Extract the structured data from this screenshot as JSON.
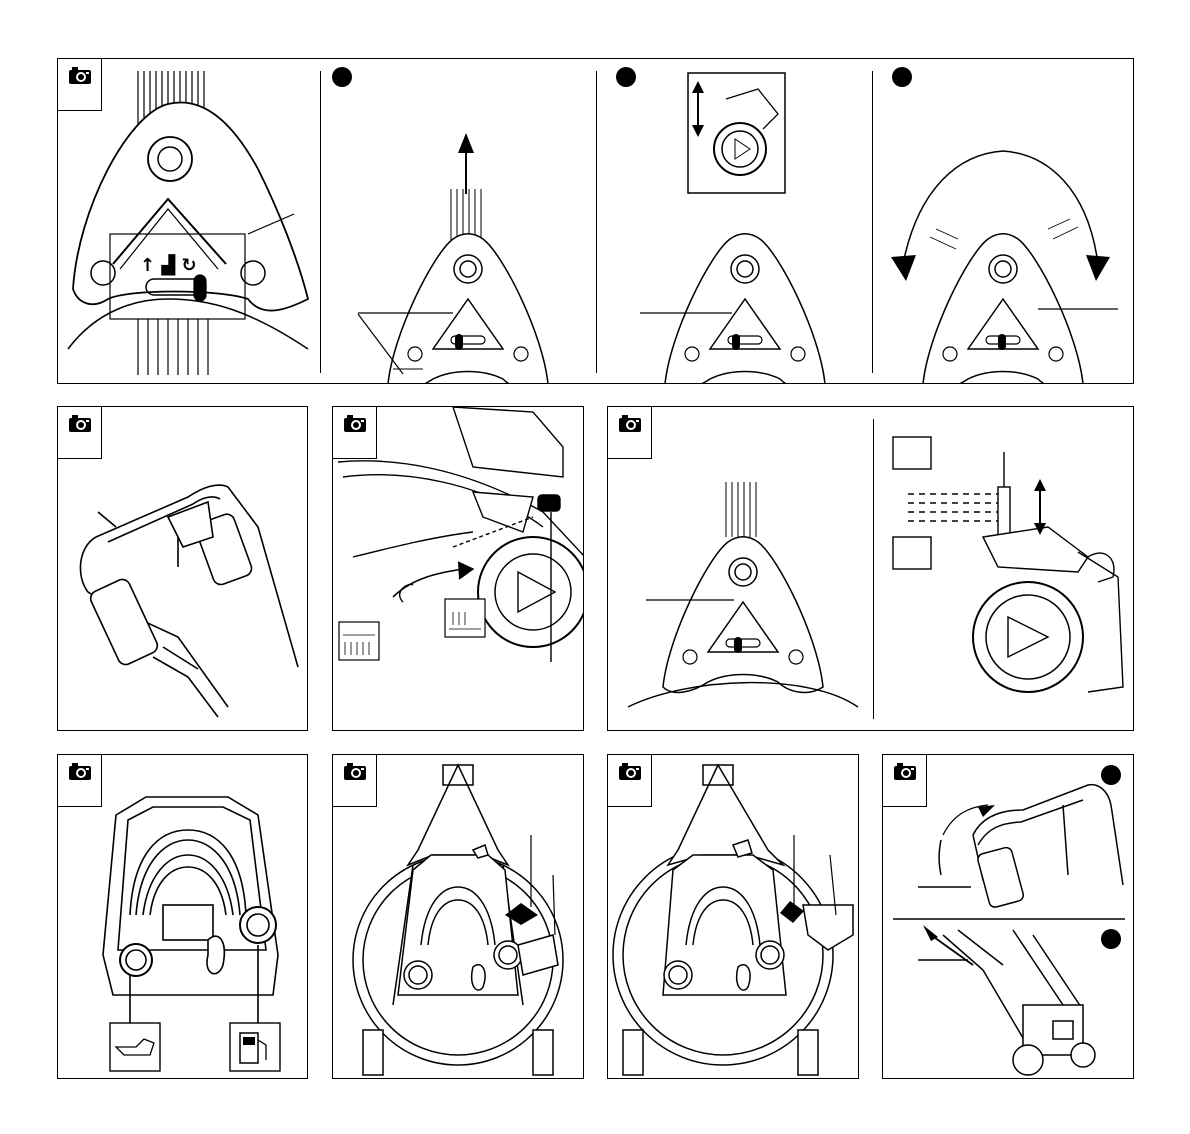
{
  "page": {
    "type": "instruction-illustration-sheet",
    "text_content": "none"
  },
  "icons": {
    "section_tag": "camera-icon",
    "step_marker": "filled-circle",
    "oil": "oil-can-icon",
    "fuel": "fuel-pump-icon",
    "arrow_up": "arrow-up-icon",
    "arrow_rotate": "rotate-arrows-icon",
    "arrow_updown": "up-down-arrow-icon"
  },
  "colors": {
    "ink": "#000000",
    "paper": "#ffffff"
  }
}
